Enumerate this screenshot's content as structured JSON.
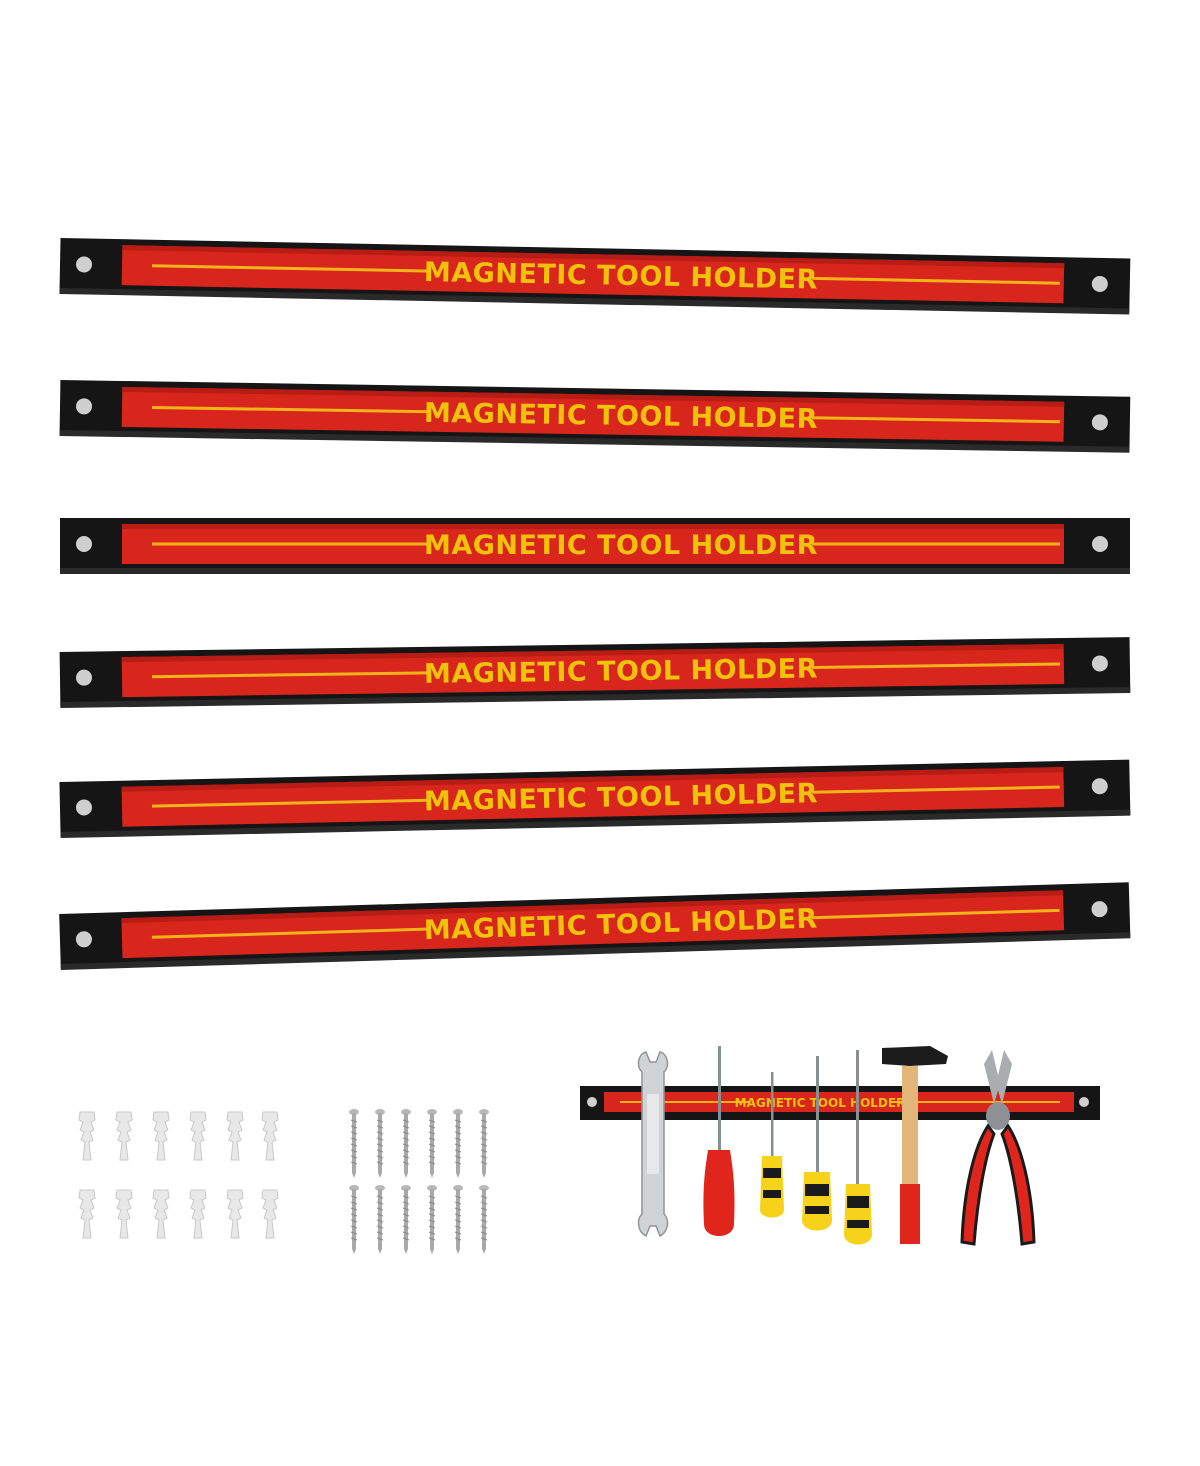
{
  "product": {
    "bar_label": "MAGNETIC TOOL HOLDER",
    "bar_count": 6,
    "anchor_count": 12,
    "screw_count": 12
  },
  "demo": {
    "bar_label": "MAGNETIC TOOL HOLDER",
    "tools": [
      "wrench-icon",
      "screwdriver-icon",
      "screwdriver-icon",
      "screwdriver-icon",
      "screwdriver-icon",
      "hammer-icon",
      "pliers-icon"
    ]
  },
  "colors": {
    "rail": "#151515",
    "strip": "#d8261c",
    "stripe": "#f2b31a",
    "handle_yellow": "#f6d21b",
    "handle_red": "#e0251d"
  }
}
